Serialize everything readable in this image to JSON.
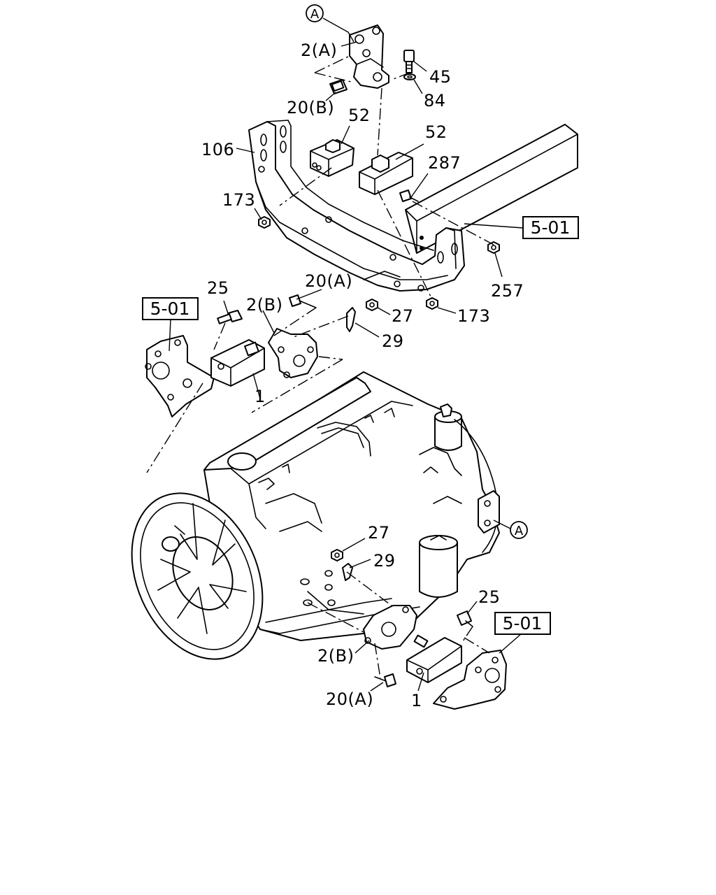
{
  "callouts": {
    "c_2a_top": "2(A)",
    "c_45": "45",
    "c_84": "84",
    "c_20b": "20(B)",
    "c_52_left": "52",
    "c_52_right": "52",
    "c_106": "106",
    "c_287": "287",
    "c_173_left": "173",
    "c_257": "257",
    "c_173_right": "173",
    "c_25_top": "25",
    "c_20a_mid": "20(A)",
    "c_2b_top": "2(B)",
    "c_27_top": "27",
    "c_29_top": "29",
    "c_1_top": "1",
    "c_27_bottom": "27",
    "c_29_bottom": "29",
    "c_25_bottom": "25",
    "c_2b_bottom": "2(B)",
    "c_20a_bottom": "20(A)",
    "c_1_bottom": "1"
  },
  "references": {
    "ref_top_right": "5-01",
    "ref_left": "5-01",
    "ref_bottom_right": "5-01"
  },
  "markers": {
    "marker_top": "A",
    "marker_right": "A"
  }
}
